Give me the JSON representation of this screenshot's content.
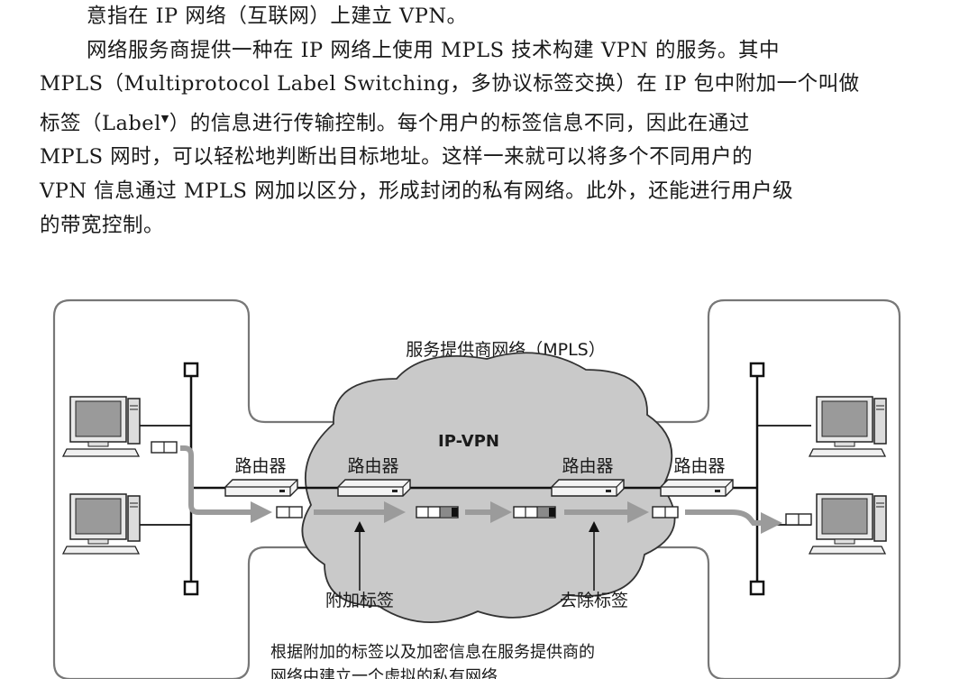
{
  "text": {
    "line1": "意指在 IP 网络（互联网）上建立 VPN。",
    "para2": {
      "line1": "网络服务商提供一种在 IP 网络上使用 MPLS 技术构建 VPN 的服务。其中",
      "line2": "MPLS（Multiprotocol Label Switching，多协议标签交换）在 IP 包中附加一个叫做",
      "line3_pre": "标签（Label",
      "footnote_mark": "▼",
      "line3_post": "）的信息进行传输控制。每个用户的标签信息不同，因此在通过",
      "line4": "MPLS 网时，可以轻松地判断出目标地址。这样一来就可以将多个不同用户的",
      "line5": "VPN 信息通过 MPLS 网加以区分，形成封闭的私有网络。此外，还能进行用户级",
      "line6": "的带宽控制。"
    }
  },
  "diagram": {
    "network_label": "服务提供商网络（MPLS）",
    "cloud_label": "IP-VPN",
    "routers": [
      "路由器",
      "路由器",
      "路由器",
      "路由器"
    ],
    "add_label": "附加标签",
    "remove_label": "去除标签",
    "caption_line1": "根据附加的标签以及加密信息在服务提供商的",
    "caption_line2": "网络中建立一个虚拟的私有网络"
  }
}
